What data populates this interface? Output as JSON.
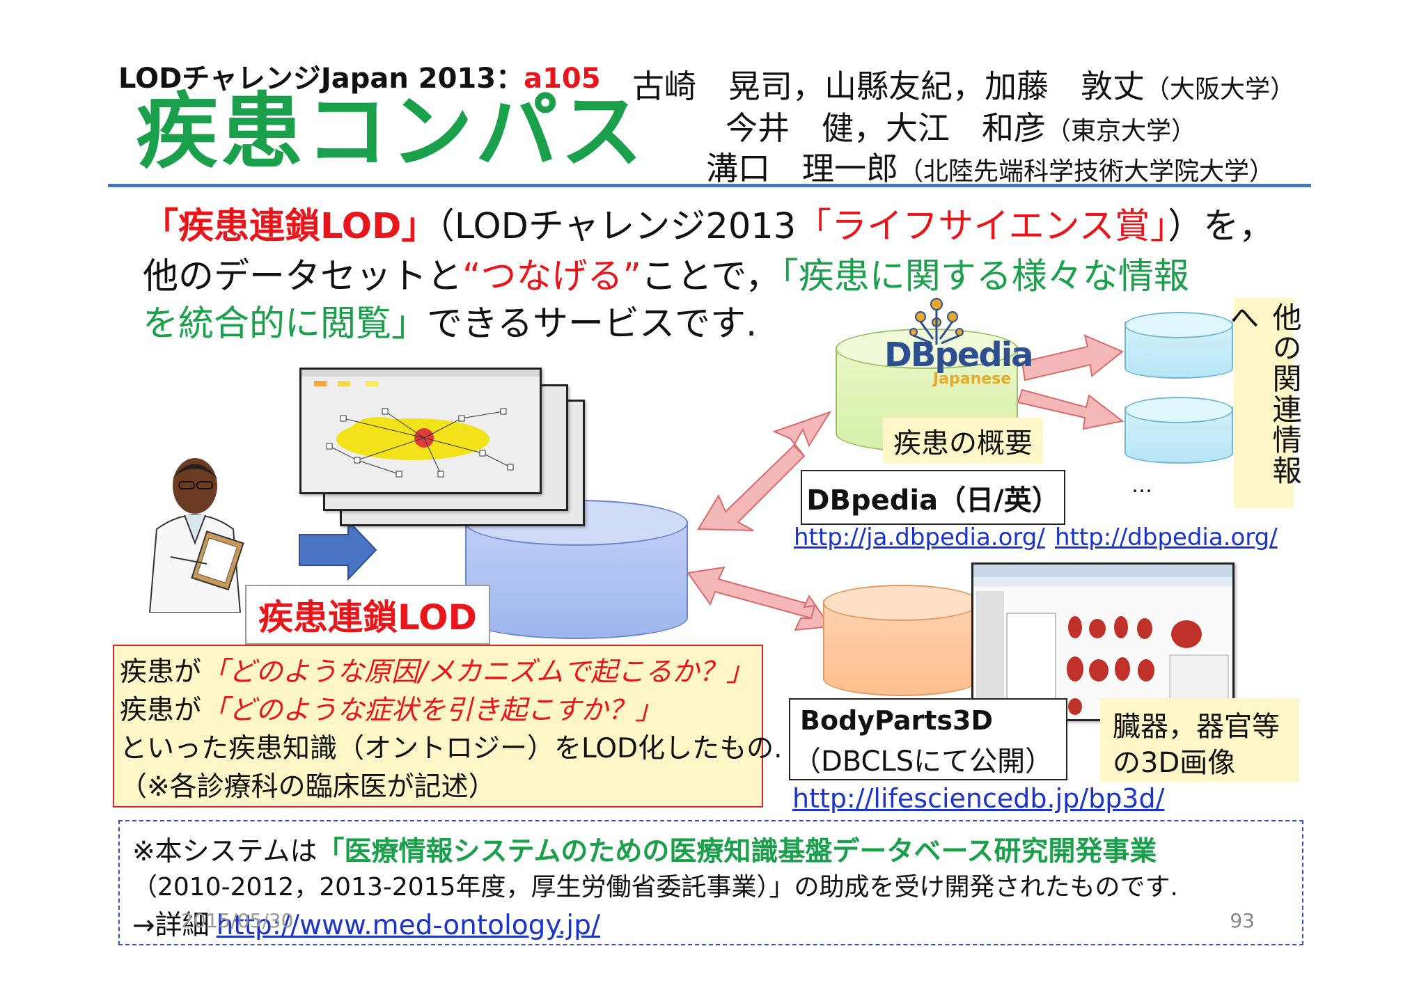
{
  "header": {
    "challenge_prefix": "LODチャレンジJapan 2013：",
    "challenge_id": "a105",
    "title": "疾患コンパス",
    "authors": [
      {
        "names": "古崎　晃司，山縣友紀，加藤　敦丈",
        "affiliation": "（大阪大学）"
      },
      {
        "names": "今井　健，大江　和彦",
        "affiliation": "（東京大学）"
      },
      {
        "names": "溝口　理一郎",
        "affiliation": "（北陸先端科学技術大学院大学）"
      }
    ]
  },
  "intro": {
    "line1_a": "「疾患連鎖LOD」",
    "line1_b": "（LODチャレンジ2013",
    "line1_c": "「ライフサイエンス賞」",
    "line1_d": "）を，",
    "line2_a": "他のデータセットと",
    "line2_b": "“つなげる”",
    "line2_c": "ことで，",
    "line2_d": "「疾患に関する様々な情報",
    "line3_a": "を統合的に閲覧」",
    "line3_b": "できるサービスです."
  },
  "dbpedia": {
    "logo_text": "DBpedia",
    "logo_sub": "Japanese",
    "summary_label": "疾患の概要",
    "box_label": "DBpedia（日/英）",
    "link_ja": "http://ja.dbpedia.org/",
    "link_en": "http://dbpedia.org/",
    "ellipsis": "…"
  },
  "related_info": "他の関連情報へ",
  "disease_lod_label": "疾患連鎖LOD",
  "description": {
    "line1_a": "疾患が",
    "line1_b": "「どのような原因/メカニズムで起こるか？」",
    "line2_a": "疾患が",
    "line2_b": "「どのような症状を引き起こすか？」",
    "line3": "といった疾患知識（オントロジー）をLOD化したもの.",
    "line4": "（※各診療科の臨床医が記述）"
  },
  "bodyparts": {
    "box_title": "BodyParts3D",
    "box_sub": "（DBCLSにて公開）",
    "organs_label_1": "臓器，器官等",
    "organs_label_2": "の3D画像",
    "link": "http://lifesciencedb.jp/bp3d/"
  },
  "footer": {
    "line1_a": "※本システムは",
    "line1_b": "「医療情報システムのための医療知識基盤データベース研究開発事業",
    "line2": "（2010-2012，2013-2015年度，厚生労働省委託事業）」の助成を受け開発されたものです.",
    "line3_prefix": "→詳細",
    "line3_link": "http://www.med-ontology.jp/",
    "date_overlay": "2015/05/30",
    "page_number": "93"
  },
  "colors": {
    "title_green": "#1aa04a",
    "accent_red": "#e8161b",
    "rule_blue": "#4a74b4",
    "link_blue": "#1a33c8",
    "arrow_pink": "#f4b8b8",
    "arrow_blue": "#4a74c4"
  }
}
